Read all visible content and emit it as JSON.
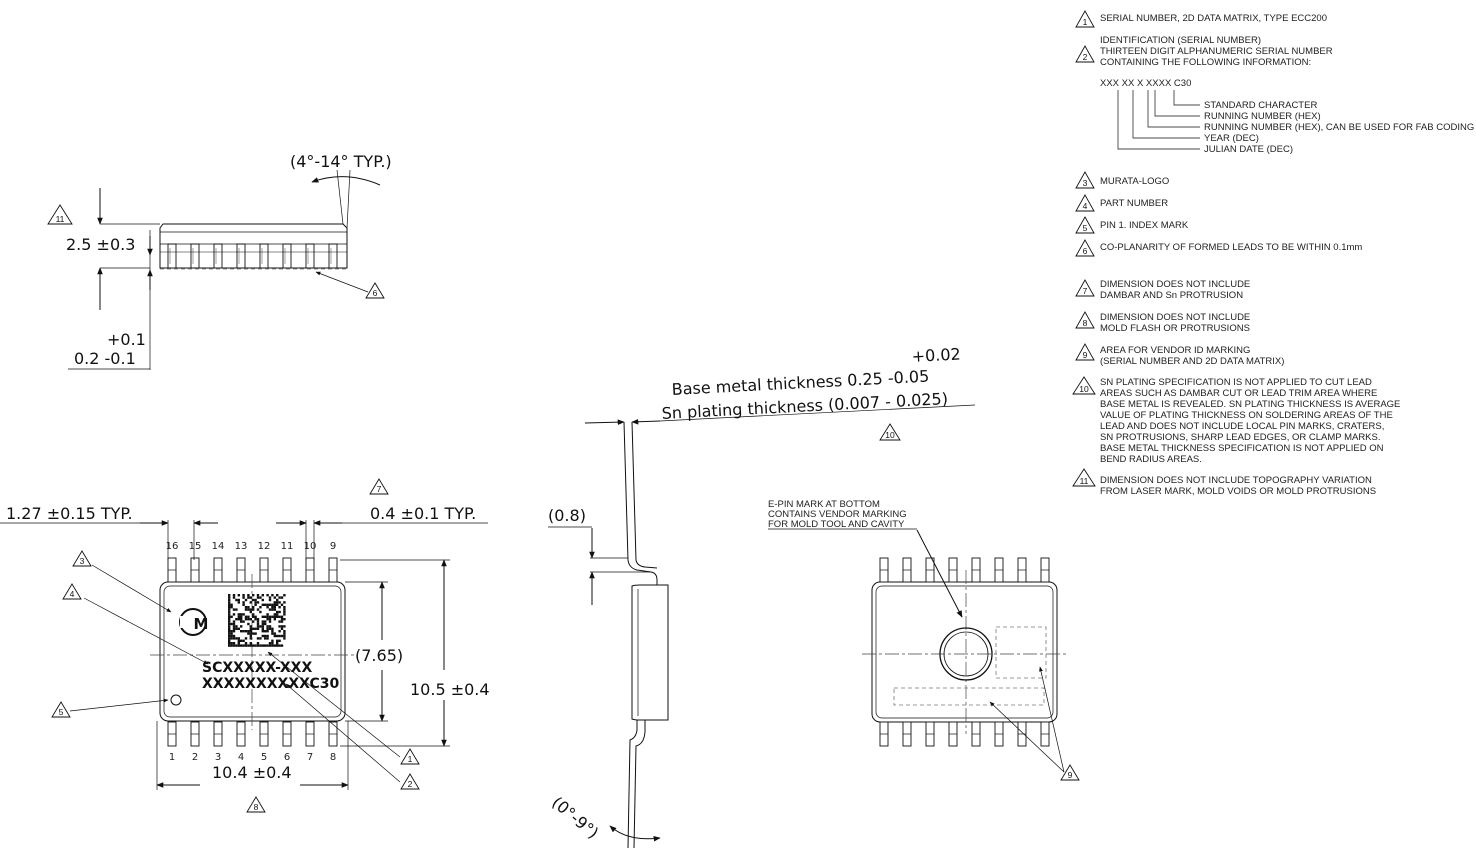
{
  "views": {
    "side_view": {
      "angle_label": "(4°-14° TYP.)",
      "height_label": "2.5 ±0.3",
      "standoff_plus": "+0.1",
      "standoff_main": "0.2 -0.1",
      "notes_ref": [
        "11",
        "6"
      ]
    },
    "top_view": {
      "pitch_label": "1.27 ±0.15 TYP.",
      "lead_width_label": "0.4 ±0.1 TYP.",
      "body_height_label": "(7.65)",
      "total_height_label": "10.5 ±0.4",
      "body_width_label": "10.4 ±0.4",
      "top_pins": [
        "16",
        "15",
        "14",
        "13",
        "12",
        "11",
        "10",
        "9"
      ],
      "bottom_pins": [
        "1",
        "2",
        "3",
        "4",
        "5",
        "6",
        "7",
        "8"
      ],
      "part_text_1": "SCXXXXX-XXX",
      "part_text_2": "XXXXXXXXXXC30",
      "logo_letter": "M",
      "notes_ref": [
        "7",
        "3",
        "4",
        "5",
        "1",
        "2",
        "8"
      ]
    },
    "lead_view": {
      "thickness_line_1_plus": "+0.02",
      "thickness_line_1": "Base metal thickness 0.25 -0.05",
      "thickness_line_2": "Sn plating thickness (0.007 - 0.025)",
      "offset_label": "(0.8)",
      "angle_label": "(0°-9°)",
      "notes_ref": [
        "10"
      ]
    },
    "bottom_view": {
      "epin_line_1": "E-PIN MARK AT BOTTOM",
      "epin_line_2": "CONTAINS VENDOR MARKING",
      "epin_line_3": "FOR MOLD TOOL AND CAVITY",
      "notes_ref": [
        "9"
      ]
    }
  },
  "notes": {
    "n1": {
      "num": "1",
      "text": "SERIAL NUMBER, 2D DATA MATRIX, TYPE ECC200"
    },
    "n2": {
      "num": "2",
      "line1": "IDENTIFICATION (SERIAL NUMBER)",
      "line2": "THIRTEEN DIGIT ALPHANUMERIC SERIAL NUMBER",
      "line3": "CONTAINING THE FOLLOWING INFORMATION:",
      "code": "XXX XX X XXXX C30",
      "k1": "STANDARD CHARACTER",
      "k2": "RUNNING NUMBER (HEX)",
      "k3": "RUNNING NUMBER (HEX), CAN BE USED FOR FAB CODING",
      "k4": "YEAR (DEC)",
      "k5": "JULIAN DATE (DEC)"
    },
    "n3": {
      "num": "3",
      "text": "MURATA-LOGO"
    },
    "n4": {
      "num": "4",
      "text": "PART NUMBER"
    },
    "n5": {
      "num": "5",
      "text": "PIN 1. INDEX MARK"
    },
    "n6": {
      "num": "6",
      "text": "CO-PLANARITY OF FORMED LEADS TO BE WITHIN 0.1mm"
    },
    "n7": {
      "num": "7",
      "line1": "DIMENSION DOES NOT INCLUDE",
      "line2": "DAMBAR AND Sn PROTRUSION"
    },
    "n8": {
      "num": "8",
      "line1": "DIMENSION DOES NOT INCLUDE",
      "line2": "MOLD FLASH OR PROTRUSIONS"
    },
    "n9": {
      "num": "9",
      "line1": "AREA FOR VENDOR ID MARKING",
      "line2": "(SERIAL NUMBER AND 2D DATA MATRIX)"
    },
    "n10": {
      "num": "10",
      "line1": "SN PLATING SPECIFICATION IS NOT APPLIED TO CUT LEAD",
      "line2": "AREAS SUCH AS DAMBAR CUT OR LEAD TRIM AREA WHERE",
      "line3": "BASE METAL IS REVEALED. SN PLATING THICKNESS IS AVERAGE",
      "line4": "VALUE OF PLATING THICKNESS ON SOLDERING AREAS OF THE",
      "line5": "LEAD AND DOES NOT INCLUDE LOCAL PIN MARKS, CRATERS,",
      "line6": "SN PROTRUSIONS, SHARP LEAD EDGES, OR CLAMP MARKS.",
      "line7": "BASE METAL THICKNESS SPECIFICATION IS NOT APPLIED ON",
      "line8": "BEND RADIUS AREAS."
    },
    "n11": {
      "num": "11",
      "line1": "DIMENSION DOES NOT INCLUDE TOPOGRAPHY VARIATION",
      "line2": "FROM LASER MARK, MOLD VOIDS OR MOLD PROTRUSIONS"
    }
  }
}
